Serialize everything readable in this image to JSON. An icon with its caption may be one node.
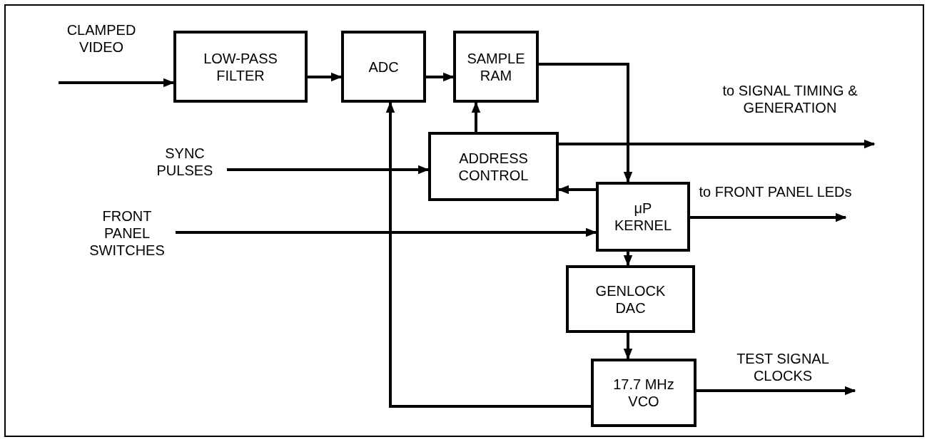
{
  "diagram": {
    "nodes": [
      {
        "text": [
          "LOW-PASS FILTER"
        ]
      },
      {
        "text": [
          "ADC"
        ]
      },
      {
        "text": [
          "SAMPLE RAM"
        ]
      },
      {
        "text": [
          "ADDRESS CONTROL"
        ]
      },
      {
        "text": [
          "μP KERNEL"
        ]
      },
      {
        "text": [
          "GENLOCK DAC"
        ]
      },
      {
        "text": [
          "17.7 MHz VCO"
        ]
      },
      {
        "text": [
          "SYNC PULSES"
        ]
      },
      {
        "text": [
          "FRONT PANEL SWITCHES"
        ]
      }
    ],
    "edges": [
      {
        "from": null,
        "to": 0,
        "arrow": "to",
        "label": "CLAMPED VIDEO"
      },
      {
        "from": 0,
        "to": 1,
        "arrow": "to"
      },
      {
        "from": 1,
        "to": 2,
        "arrow": "to"
      },
      {
        "from": 2,
        "to": 4,
        "arrow": "to"
      },
      {
        "from": 3,
        "to": 2,
        "arrow": "to"
      },
      {
        "from": 7,
        "to": 3,
        "arrow": "to"
      },
      {
        "from": 4,
        "to": 3,
        "arrow": "to"
      },
      {
        "from": 8,
        "to": 4,
        "arrow": "to"
      },
      {
        "from": 3,
        "to": null,
        "arrow": "to",
        "label": "to SIGNAL TIMING & GENERATION"
      },
      {
        "from": 4,
        "to": null,
        "arrow": "to",
        "label": "to FRONT PANEL LEDs"
      },
      {
        "from": 4,
        "to": 5,
        "arrow": "to"
      },
      {
        "from": 5,
        "to": 6,
        "arrow": "to"
      },
      {
        "from": 6,
        "to": null,
        "arrow": "to",
        "label": "TEST SIGNAL CLOCKS"
      },
      {
        "from": 6,
        "to": 1,
        "arrow": "to"
      }
    ]
  }
}
